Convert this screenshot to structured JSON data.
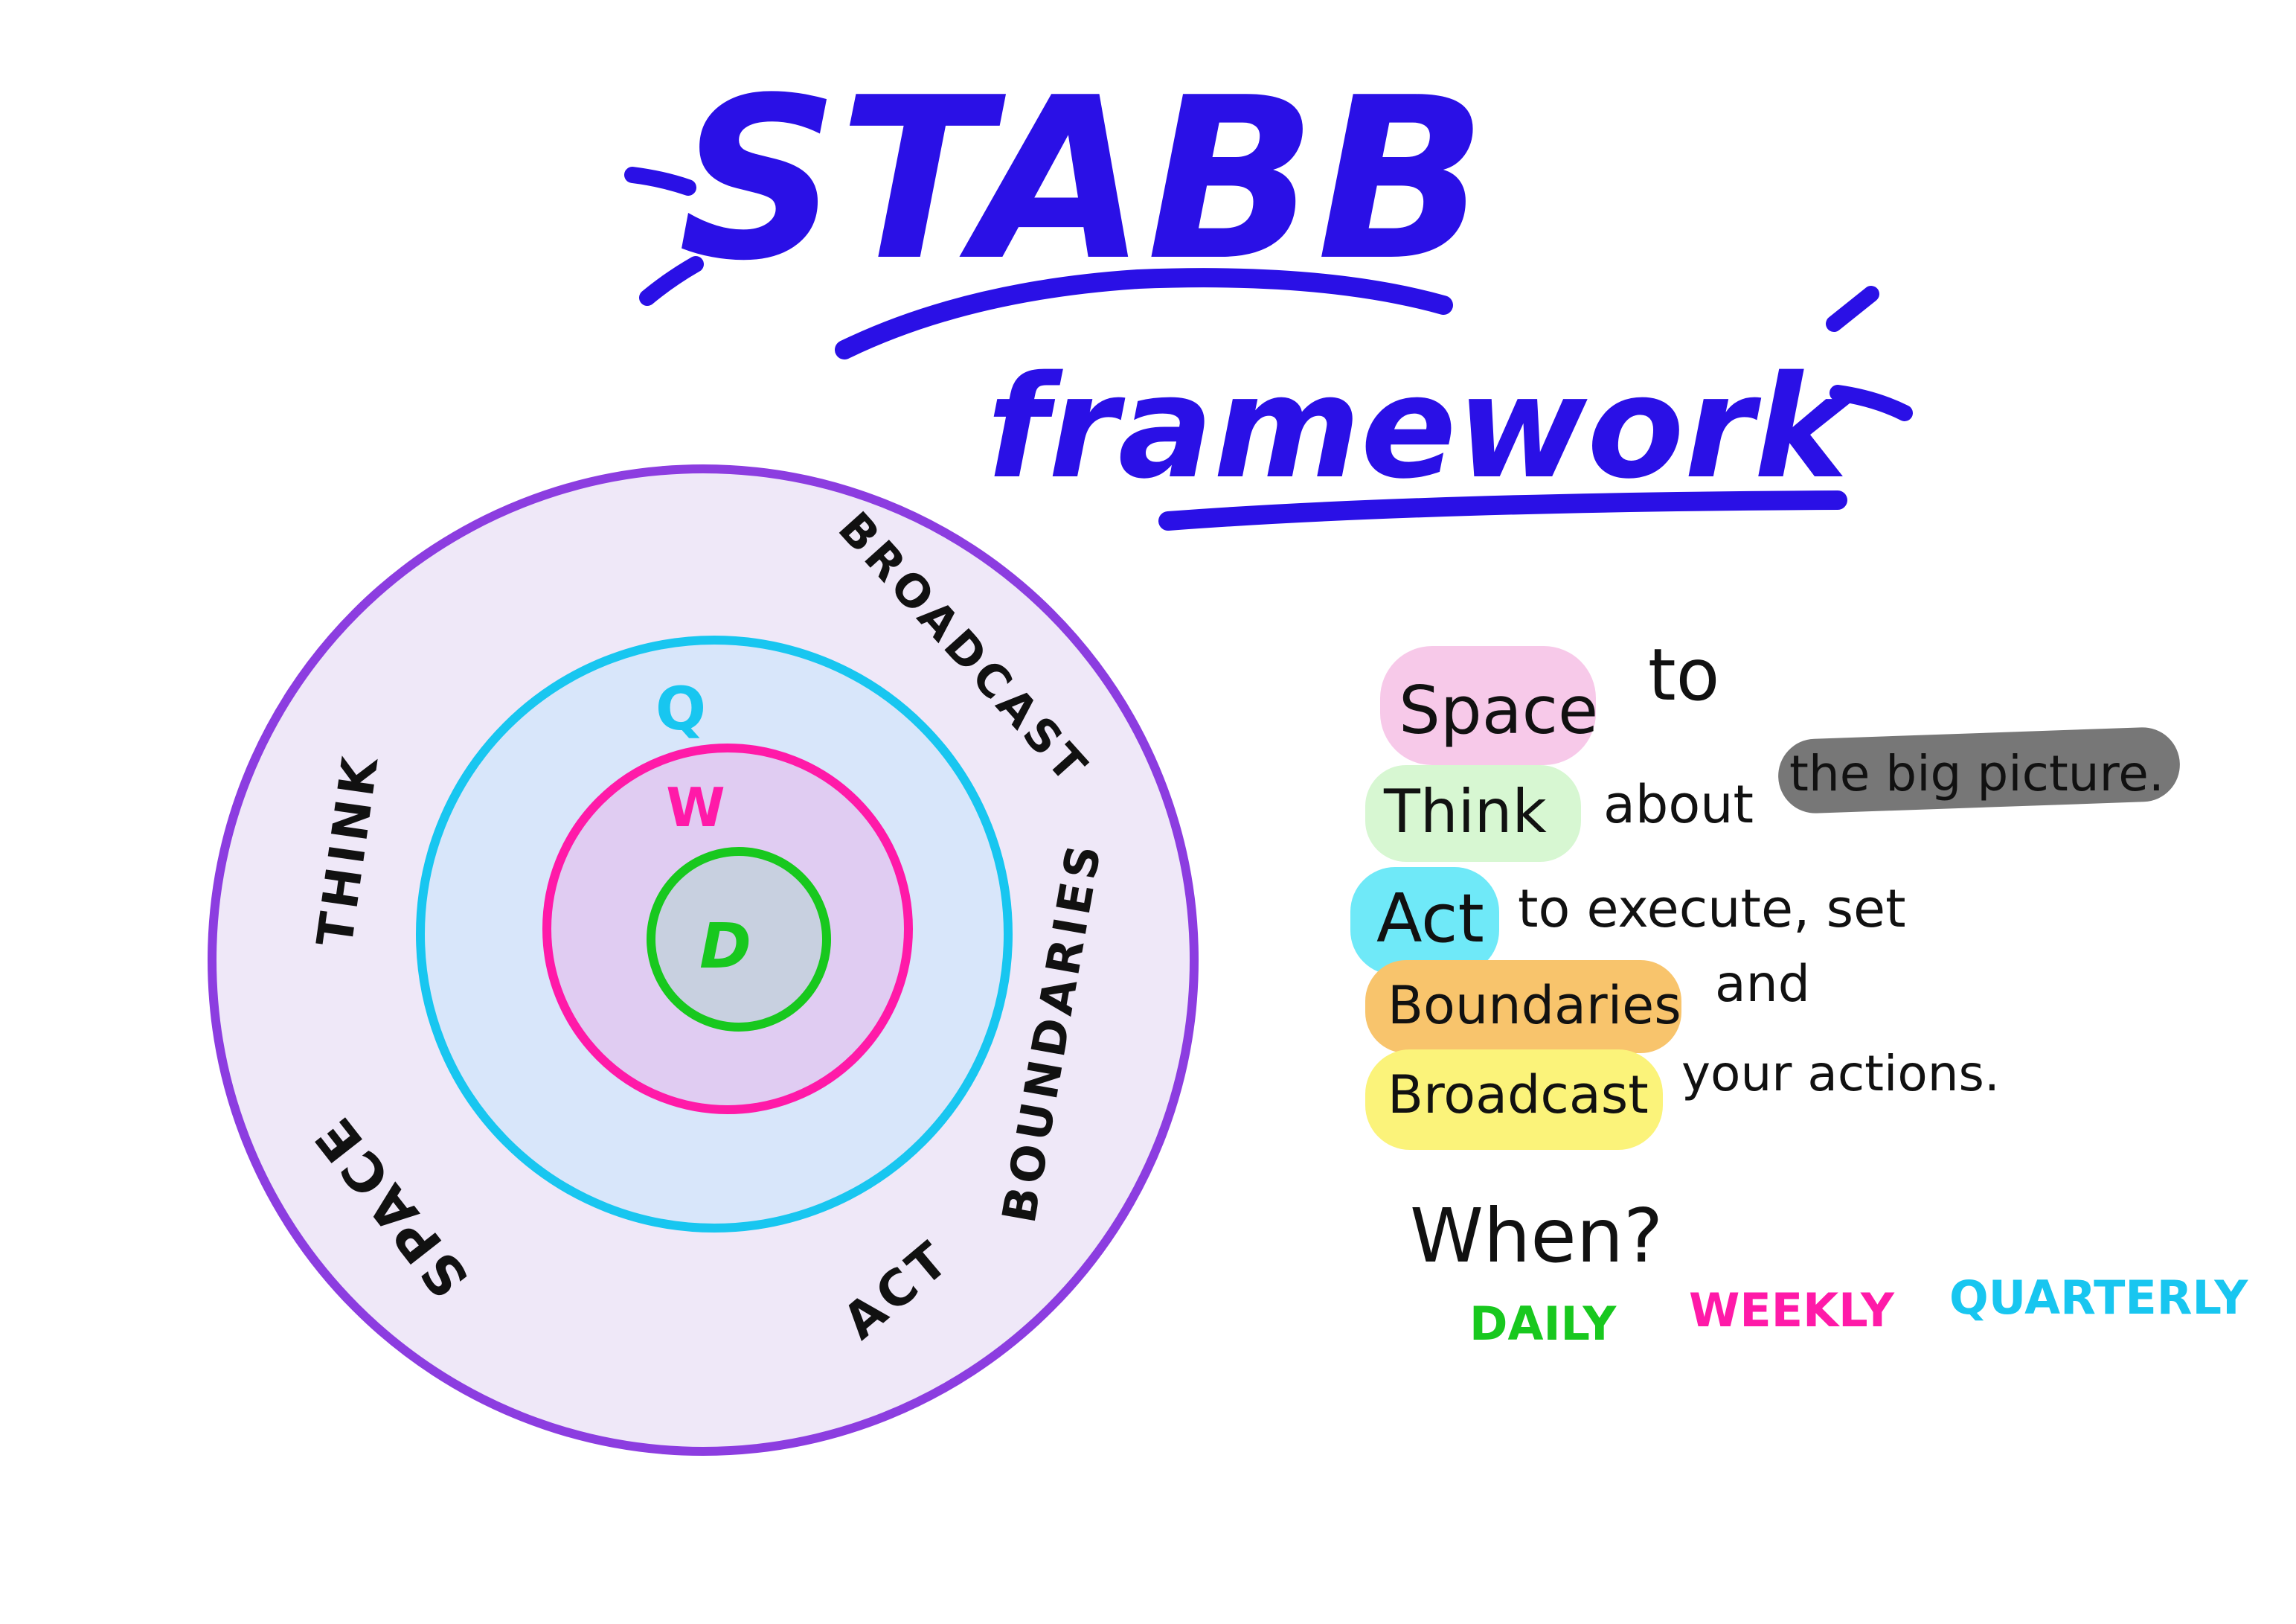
{
  "title": "STABB",
  "subtitle": "framework",
  "colors": {
    "title": "#2a10e6",
    "outer_ring": "#8c3de0",
    "outer_fill": "#efe8f8",
    "quarterly": "#18c6f0",
    "quarterly_fill": "#d8e6fa",
    "weekly": "#ff1aa8",
    "weekly_fill": "#e0ccf2",
    "daily": "#18c81e",
    "daily_fill": "#c8d0e0",
    "text": "#111111",
    "highlight_space": "#f7c9e9",
    "highlight_think": "#d7f7d2",
    "highlight_act": "#6fe9f8",
    "highlight_boundaries": "#f8c46c",
    "highlight_broadcast": "#fbf37a",
    "highlight_picture": "#777777"
  },
  "diagram": {
    "outer_labels": {
      "think": "THINK",
      "space": "SPACE",
      "broadcast": "BROADCAST",
      "boundaries": "BOUNDARIES",
      "act": "ACT"
    },
    "ring_letters": {
      "quarterly": "Q",
      "weekly": "W",
      "daily": "D"
    }
  },
  "definition": {
    "line1": {
      "highlight": "Space",
      "rest": "to"
    },
    "line2": {
      "highlight": "Think",
      "rest": "about",
      "marked": "the big picture."
    },
    "line3": {
      "highlight": "Act",
      "rest": "to execute, set"
    },
    "line4": {
      "highlight": "Boundaries",
      "rest": "and"
    },
    "line5": {
      "highlight": "Broadcast",
      "rest": "your actions."
    }
  },
  "when": {
    "question": "When?",
    "daily": "DAILY",
    "weekly": "WEEKLY",
    "quarterly": "QUARTERLY"
  }
}
